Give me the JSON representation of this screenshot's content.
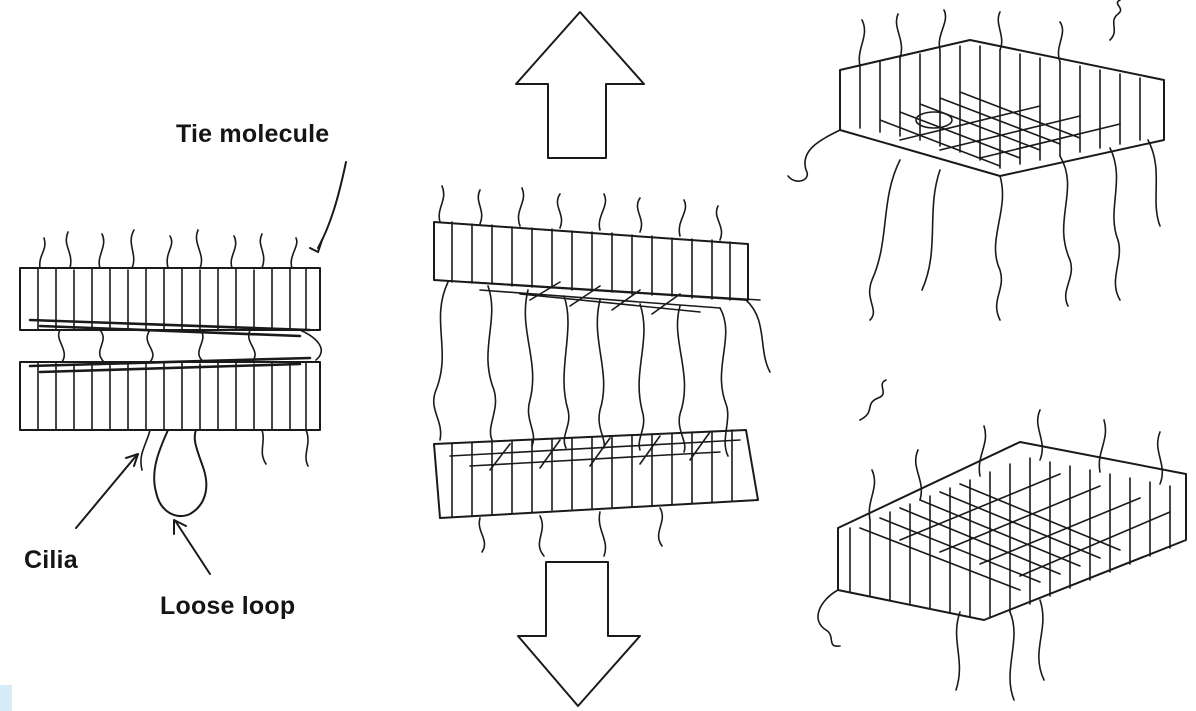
{
  "labels": {
    "tie_molecule": "Tie molecule",
    "cilia": "Cilia",
    "loose_loop": "Loose loop"
  },
  "colors": {
    "ink": "#1a1a1a",
    "background": "#ffffff",
    "corner_tint": "#d6ecf6"
  }
}
